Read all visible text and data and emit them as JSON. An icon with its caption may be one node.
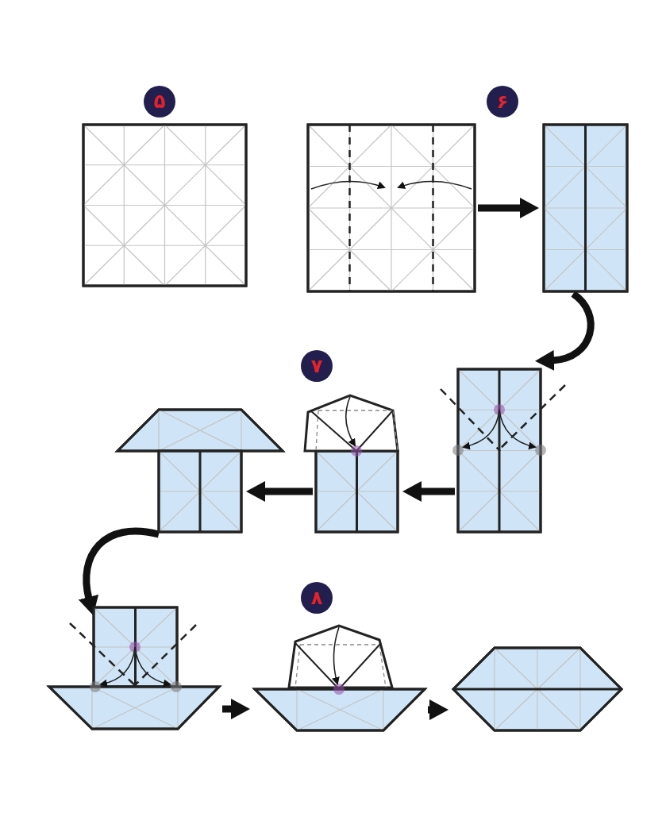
{
  "diagram": {
    "nodes": [
      {
        "text": [
          "۵"
        ]
      },
      {
        "text": [
          "۶"
        ]
      },
      {
        "text": [],
        "shape": "picture"
      },
      {
        "text": [],
        "shape": "picture"
      },
      {
        "text": [],
        "shape": "picture"
      },
      {
        "text": [
          "۷"
        ]
      },
      {
        "text": [],
        "shape": "picture"
      },
      {
        "text": [],
        "shape": "picture"
      },
      {
        "text": [],
        "shape": "picture"
      },
      {
        "text": [
          "۸"
        ]
      },
      {
        "text": [],
        "shape": "picture"
      },
      {
        "text": [],
        "shape": "picture"
      },
      {
        "text": [],
        "shape": "picture"
      }
    ],
    "edges": [
      {
        "from": 3,
        "to": 4,
        "arrow": "to"
      },
      {
        "from": 4,
        "to": 6,
        "arrow": "to"
      },
      {
        "from": 6,
        "to": 7,
        "arrow": "to"
      },
      {
        "from": 7,
        "to": 8,
        "arrow": "to"
      },
      {
        "from": 8,
        "to": 10,
        "arrow": "to"
      },
      {
        "from": 10,
        "to": 11,
        "arrow": "to"
      },
      {
        "from": 11,
        "to": 12,
        "arrow": "to"
      }
    ]
  }
}
